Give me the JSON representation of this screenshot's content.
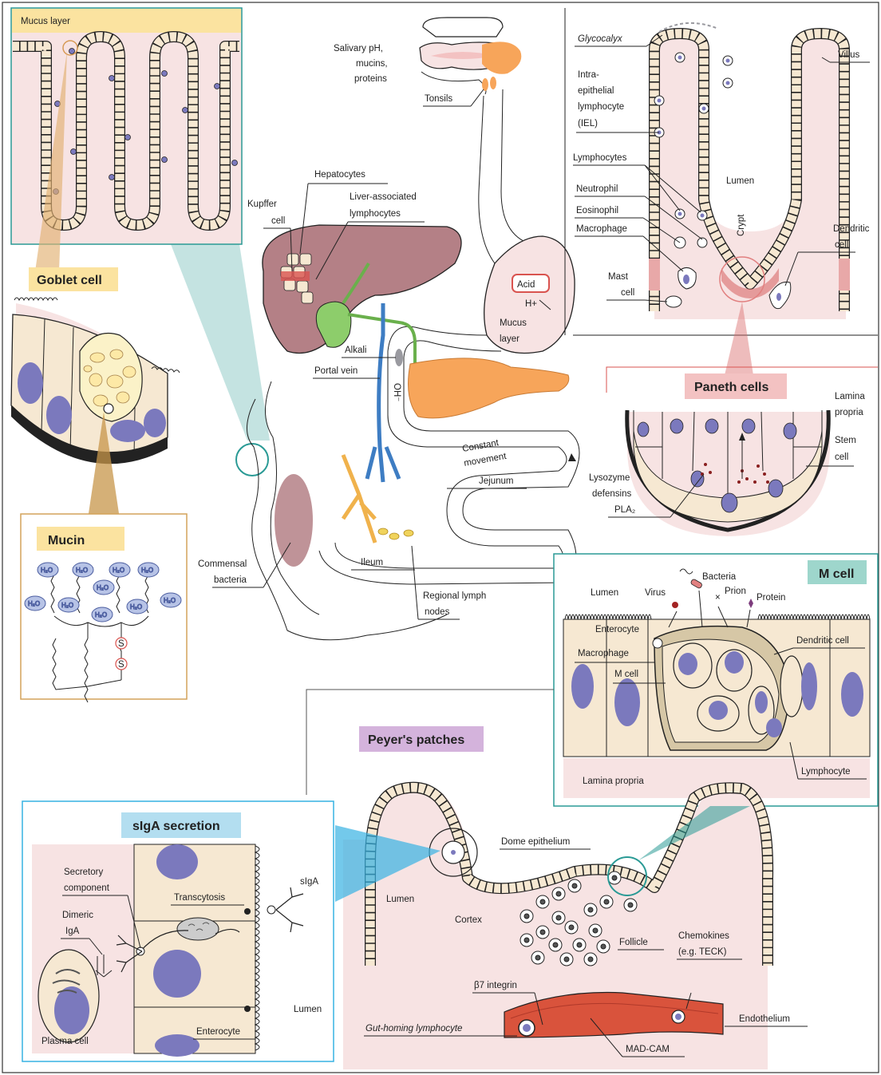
{
  "colors": {
    "pink_bg": "#f7e3e3",
    "cell_fill": "#f6e8d2",
    "nucleus": "#7b79bd",
    "liver": "#b48086",
    "pancreas": "#f7a55a",
    "gall": "#8dcd6b",
    "vein": "#3e7dc3",
    "teal": "#2a9a95",
    "title_yellow": "#fbe3a0",
    "title_pink": "#f3c2c2",
    "title_teal": "#9ed6cc",
    "title_purple": "#d4b3dc",
    "title_blue": "#b3def0"
  },
  "panels": {
    "mucus_panel": {
      "label": "Mucus layer"
    },
    "goblet": {
      "title": "Goblet cell"
    },
    "mucin": {
      "title": "Mucin",
      "molecule": "H₂O",
      "bond": "S"
    },
    "paneth": {
      "title": "Paneth cells",
      "lamina_propria": [
        "Lamina",
        "propria"
      ],
      "stem_cell": [
        "Stem",
        "cell"
      ],
      "lysozyme": [
        "Lysozyme",
        "defensins",
        "PLA₂"
      ]
    },
    "villus": {
      "glycocalyx": "Glycocalyx",
      "villus": "Villus",
      "iel": [
        "Intra-",
        "epithelial",
        "lymphocyte",
        "(IEL)"
      ],
      "lymphocytes": "Lymphocytes",
      "lumen": "Lumen",
      "neutrophil": "Neutrophil",
      "eosinophil": "Eosinophil",
      "macrophage": "Macrophage",
      "crypt": "Crypt",
      "dendritic": [
        "Dendritic",
        "cell"
      ],
      "mast": [
        "Mast",
        "cell"
      ]
    },
    "mcell": {
      "title": "M cell",
      "lumen": "Lumen",
      "virus": "Virus",
      "bacteria": "Bacteria",
      "prion": "Prion",
      "protein": "Protein",
      "enterocyte": "Enterocyte",
      "dendritic": "Dendritic cell",
      "macrophage": "Macrophage",
      "mcell": "M cell",
      "lamina": "Lamina propria",
      "lymphocyte": "Lymphocyte"
    },
    "peyer": {
      "title": "Peyer's patches",
      "dome": "Dome epithelium",
      "lumen": "Lumen",
      "cortex": "Cortex",
      "follicle": "Follicle",
      "chemokines": [
        "Chemokines",
        "(e.g. TECK)"
      ],
      "b7": "β7 integrin",
      "endothelium": "Endothelium",
      "gut_homing": "Gut-homing lymphocyte",
      "madcam": "MAD-CAM"
    },
    "siga": {
      "title": "sIgA secretion",
      "secretory": [
        "Secretory",
        "component"
      ],
      "transcytosis": "Transcytosis",
      "siga": "sIgA",
      "dimeric": [
        "Dimeric",
        "IgA"
      ],
      "lumen": "Lumen",
      "enterocyte": "Enterocyte",
      "plasma": "Plasma cell"
    },
    "central": {
      "salivary": [
        "Salivary pH,",
        "mucins,",
        "proteins"
      ],
      "tonsils": "Tonsils",
      "hepatocytes": "Hepatocytes",
      "kupffer": [
        "Kupffer",
        "cell"
      ],
      "liver_assoc": [
        "Liver-associated",
        "lymphocytes"
      ],
      "acid": "Acid",
      "hplus": "H+",
      "mucus": [
        "Mucus",
        "layer"
      ],
      "alkali": "Alkali",
      "portal": "Portal vein",
      "oh": "OH⁻",
      "constant": [
        "Constant",
        "movement"
      ],
      "jejunum": "Jejunum",
      "commensal": [
        "Commensal",
        "bacteria"
      ],
      "ileum": "Ileum",
      "regional": [
        "Regional lymph",
        "nodes"
      ]
    }
  }
}
